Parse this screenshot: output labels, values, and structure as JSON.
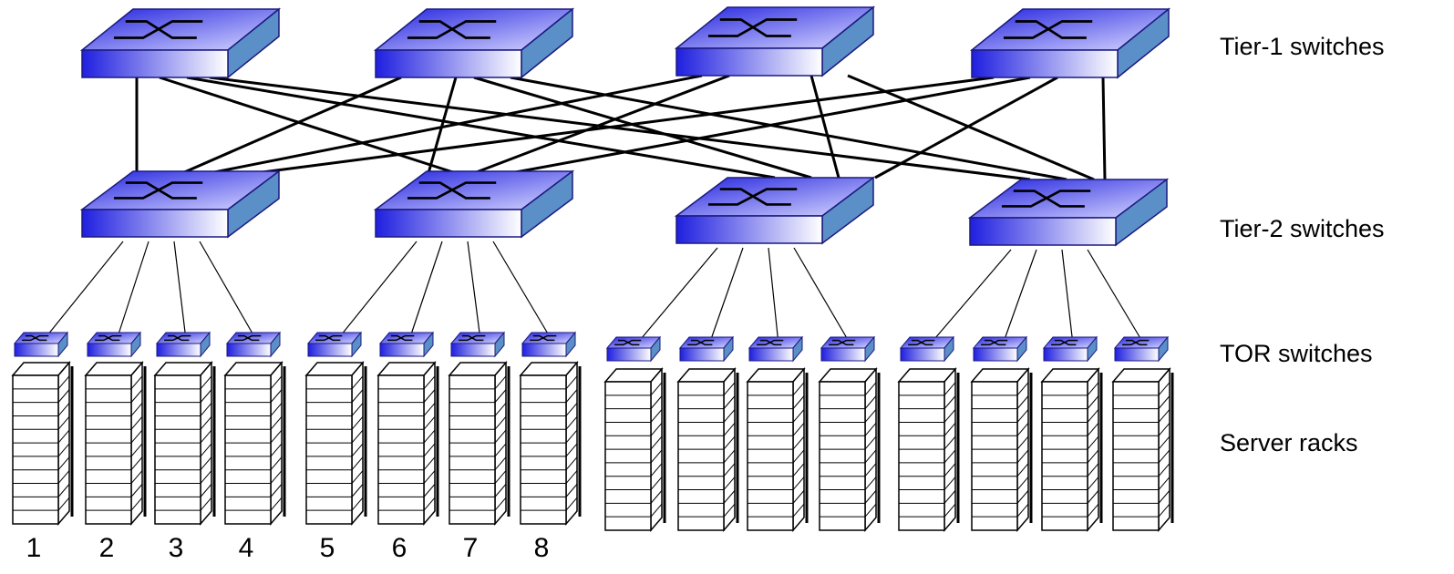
{
  "labels": {
    "tier1": "Tier-1 switches",
    "tier2": "Tier-2 switches",
    "tor": "TOR switches",
    "racks": "Server racks"
  },
  "rack_numbers": [
    "1",
    "2",
    "3",
    "4",
    "5",
    "6",
    "7",
    "8"
  ],
  "colors": {
    "switch_dark": "#1f1fe0",
    "switch_light": "#ffffff",
    "switch_side": "#5b8fc8",
    "line": "#000000"
  },
  "icons": {
    "switch": "network-switch-icon",
    "rack": "server-rack-icon"
  }
}
